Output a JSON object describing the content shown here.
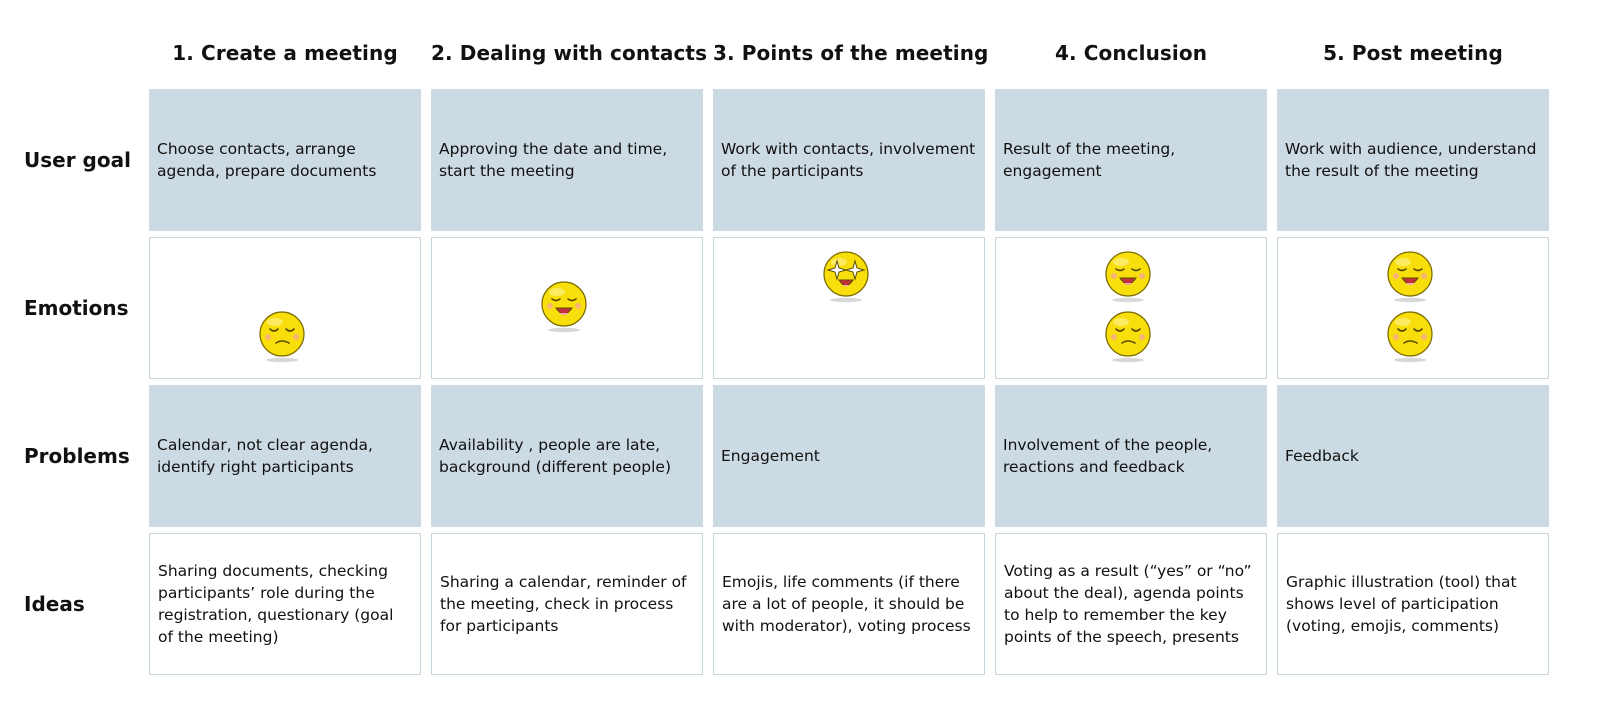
{
  "stages": [
    {
      "label": "1. Create a meeting"
    },
    {
      "label": "2. Dealing with contacts"
    },
    {
      "label": "3. Points of the meeting"
    },
    {
      "label": "4. Conclusion"
    },
    {
      "label": "5. Post meeting"
    }
  ],
  "rows": [
    {
      "label": "User goal"
    },
    {
      "label": "Emotions"
    },
    {
      "label": "Problems"
    },
    {
      "label": "Ideas"
    }
  ],
  "user_goal": [
    "Choose contacts, arrange agenda, prepare documents",
    "Approving the date and time, start the meeting",
    "Work with contacts, involvement of the participants",
    "Result of the meeting, engagement",
    "Work with audience, understand the result of the meeting"
  ],
  "problems": [
    "Calendar, not clear agenda, identify right participants",
    "Availability , people are late, background (different people)",
    "Engagement",
    "Involvement of the people, reactions and feedback",
    "Feedback"
  ],
  "ideas": [
    "Sharing documents, checking participants’ role during the registration, questionary (goal of the meeting)",
    "Sharing a calendar, reminder of the meeting, check in process for participants",
    "Emojis, life comments (if there are a lot of people, it should be with moderator), voting process",
    "Voting as a result (“yes” or “no” about the deal), agenda points to help to remember the key points of the speech, presents",
    "Graphic illustration (tool) that shows level of participation (voting, emojis, comments)"
  ],
  "emotions": [
    [
      {
        "mood": "confused",
        "icon": "confused-face-icon"
      }
    ],
    [
      {
        "mood": "happy",
        "icon": "happy-face-icon"
      }
    ],
    [
      {
        "mood": "excited",
        "icon": "star-eyes-face-icon"
      }
    ],
    [
      {
        "mood": "happy",
        "icon": "happy-face-icon"
      },
      {
        "mood": "confused",
        "icon": "confused-face-icon"
      }
    ],
    [
      {
        "mood": "happy",
        "icon": "happy-face-icon"
      },
      {
        "mood": "confused",
        "icon": "confused-face-icon"
      }
    ]
  ],
  "colors": {
    "filled_cell": "#ccdae3",
    "outline_border": "#c6d6df",
    "emoji_face": "#f8de0a",
    "emoji_outline": "#7a6a00",
    "emoji_mouth": "#c4303c",
    "emoji_tongue": "#f4a7b4",
    "text": "#111111"
  }
}
